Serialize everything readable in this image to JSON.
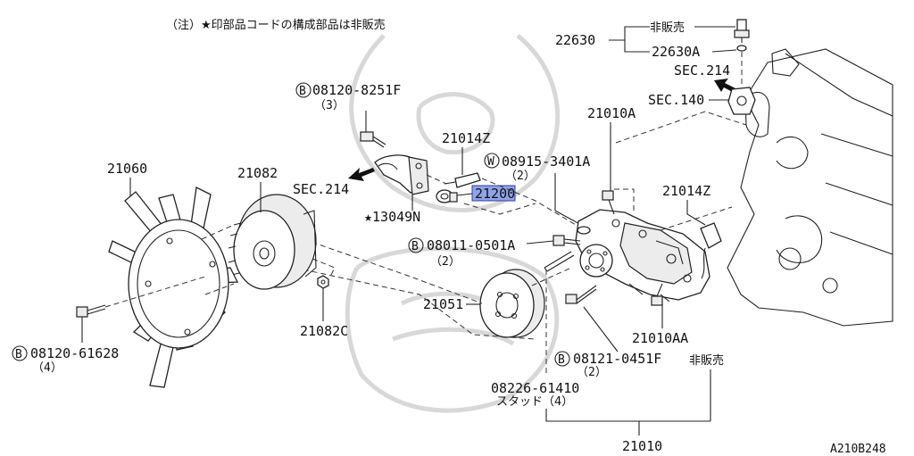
{
  "note": "（注）★印部品コードの構成部品は非販売",
  "drawing_code": "A210B248",
  "labels": {
    "p22630": "22630",
    "p22630_nosale": "非販売",
    "p22630a": "22630A",
    "sec214_top": "SEC.214",
    "sec140": "SEC.140",
    "p21010a": "21010A",
    "p21014z_right": "21014Z",
    "p21014z_mid": "21014Z",
    "w08915": "08915-3401A",
    "w08915_qty": "（2）",
    "p21200": "21200",
    "b08120_8251f": "08120-8251F",
    "b08120_8251f_qty": "（3）",
    "sec214_left": "SEC.214",
    "s13049n": "★13049N",
    "p21060": "21060",
    "p21082": "21082",
    "b08011": "08011-0501A",
    "b08011_qty": "（2）",
    "p21051": "21051",
    "p21082c": "21082C",
    "b08120_61628": "08120-61628",
    "b08120_61628_qty": "（4）",
    "p21010aa": "21010AA",
    "b08121": "08121-0451F",
    "b08121_qty": "（2）",
    "nosale_bottom": "非販売",
    "p08226": "08226-61410",
    "stud": "スタッド（4）",
    "p21010": "21010"
  },
  "markers": {
    "bolt": "B",
    "washer": "W"
  }
}
